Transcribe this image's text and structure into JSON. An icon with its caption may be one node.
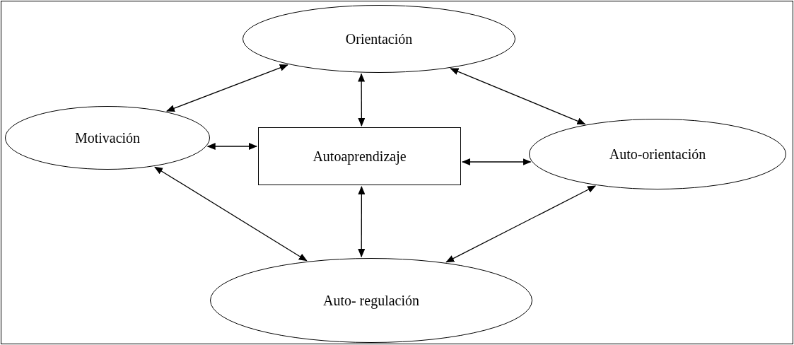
{
  "diagram": {
    "nodes": [
      {
        "text": [
          "Orientación"
        ]
      },
      {
        "text": [
          "Motivación"
        ]
      },
      {
        "text": [
          "Autoaprendizaje"
        ]
      },
      {
        "text": [
          "Auto-orientación"
        ]
      },
      {
        "text": [
          "Auto- regulación"
        ]
      }
    ],
    "edges": [
      {
        "from": 1,
        "to": 0,
        "arrow": "both"
      },
      {
        "from": 0,
        "to": 2,
        "arrow": "both"
      },
      {
        "from": 1,
        "to": 2,
        "arrow": "both"
      },
      {
        "from": 2,
        "to": 3,
        "arrow": "both"
      },
      {
        "from": 0,
        "to": 3,
        "arrow": "both"
      },
      {
        "from": 2,
        "to": 4,
        "arrow": "both"
      },
      {
        "from": 1,
        "to": 4,
        "arrow": "both"
      },
      {
        "from": 3,
        "to": 4,
        "arrow": "both"
      }
    ]
  }
}
